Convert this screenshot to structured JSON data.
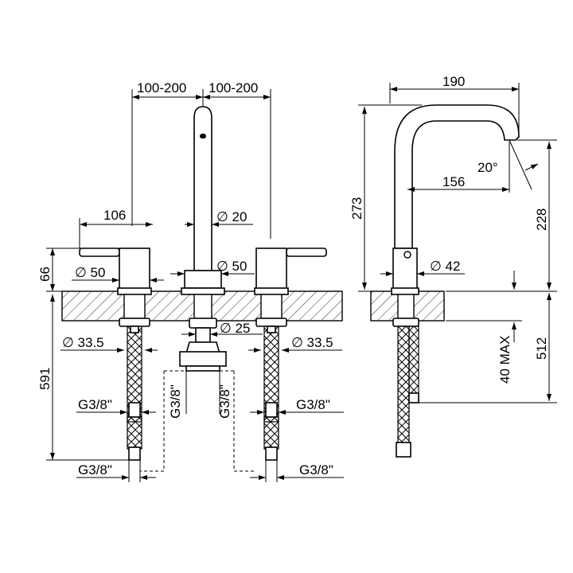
{
  "dimensions": {
    "spacing_left": "100-200",
    "spacing_right": "100-200",
    "handle_reach": "106",
    "spout_dia": "∅ 20",
    "handle_body_dia": "∅ 50",
    "spout_base_dia": "∅ 50",
    "handle_height": "66",
    "spout_conn_dia": "∅ 25",
    "left_shank_dia": "∅ 33.5",
    "right_shank_dia": "∅ 33.5",
    "total_hose": "591",
    "g_left_upper": "G3/8\"",
    "g_left_lower": "G3/8\"",
    "g_mid_left": "G3/8\"",
    "g_mid_right": "G3/8\"",
    "g_right_upper": "G3/8\"",
    "g_right_lower": "G3/8\"",
    "side_reach": "190",
    "side_height": "273",
    "side_angle": "20°",
    "side_spout_projection": "156",
    "side_outlet_height": "228",
    "side_body_dia": "∅ 42",
    "side_counter_max": "40 MAX",
    "side_hose": "512"
  }
}
